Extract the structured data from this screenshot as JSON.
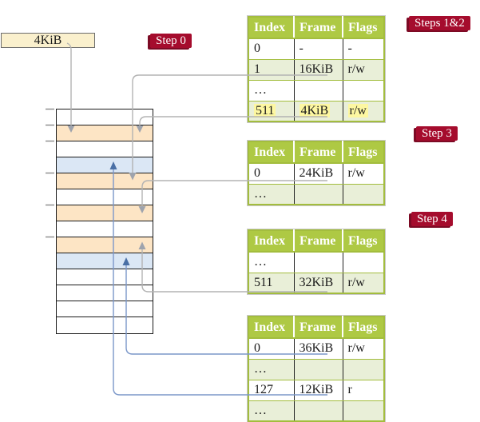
{
  "colors": {
    "badge_red": "#a50c2d",
    "table_header_green": "#aec944",
    "table_border_green": "#a3bd3e",
    "table_row_green": "#e9efd8",
    "highlight_yellow": "#fdf7a1",
    "frame_row_peach": "#fde5c5",
    "frame_row_blue": "#dbe7f5",
    "root_box_cream": "#faf0cd",
    "gray_connector": "#b3b3b3",
    "blue_connector": "#7b97c9"
  },
  "root_box": {
    "label": "4KiB"
  },
  "badges": [
    {
      "label": "Step 0"
    },
    {
      "label": "Steps 1&2"
    },
    {
      "label": "Step 3"
    },
    {
      "label": "Step 4"
    }
  ],
  "memory_strip": {
    "rows": [
      "white",
      "peach",
      "white",
      "blue",
      "peach",
      "white",
      "peach",
      "white",
      "peach",
      "blue",
      "white",
      "white",
      "white",
      "white"
    ]
  },
  "tables": [
    {
      "name": "page-table-steps-1-2",
      "headers": [
        "Index",
        "Frame",
        "Flags"
      ],
      "rows": [
        {
          "cells": [
            "0",
            "-",
            "-"
          ],
          "shade": false,
          "highlight": false
        },
        {
          "cells": [
            "1",
            "16KiB",
            "r/w"
          ],
          "shade": true,
          "highlight": false
        },
        {
          "cells": [
            "…",
            "",
            ""
          ],
          "shade": false,
          "highlight": false
        },
        {
          "cells": [
            "511",
            "4KiB",
            "r/w"
          ],
          "shade": true,
          "highlight": true
        }
      ]
    },
    {
      "name": "page-table-step-3",
      "headers": [
        "Index",
        "Frame",
        "Flags"
      ],
      "rows": [
        {
          "cells": [
            "0",
            "24KiB",
            "r/w"
          ],
          "shade": false,
          "highlight": false
        },
        {
          "cells": [
            "…",
            "",
            ""
          ],
          "shade": true,
          "highlight": false
        }
      ]
    },
    {
      "name": "page-table-step-4",
      "headers": [
        "Index",
        "Frame",
        "Flags"
      ],
      "rows": [
        {
          "cells": [
            "…",
            "",
            ""
          ],
          "shade": false,
          "highlight": false
        },
        {
          "cells": [
            "511",
            "32KiB",
            "r/w"
          ],
          "shade": true,
          "highlight": false
        }
      ]
    },
    {
      "name": "page-table-final",
      "headers": [
        "Index",
        "Frame",
        "Flags"
      ],
      "rows": [
        {
          "cells": [
            "0",
            "36KiB",
            "r/w"
          ],
          "shade": false,
          "highlight": false
        },
        {
          "cells": [
            "…",
            "",
            ""
          ],
          "shade": true,
          "highlight": false
        },
        {
          "cells": [
            "127",
            "12KiB",
            "r"
          ],
          "shade": false,
          "highlight": false
        },
        {
          "cells": [
            "…",
            "",
            ""
          ],
          "shade": true,
          "highlight": false
        }
      ]
    }
  ]
}
